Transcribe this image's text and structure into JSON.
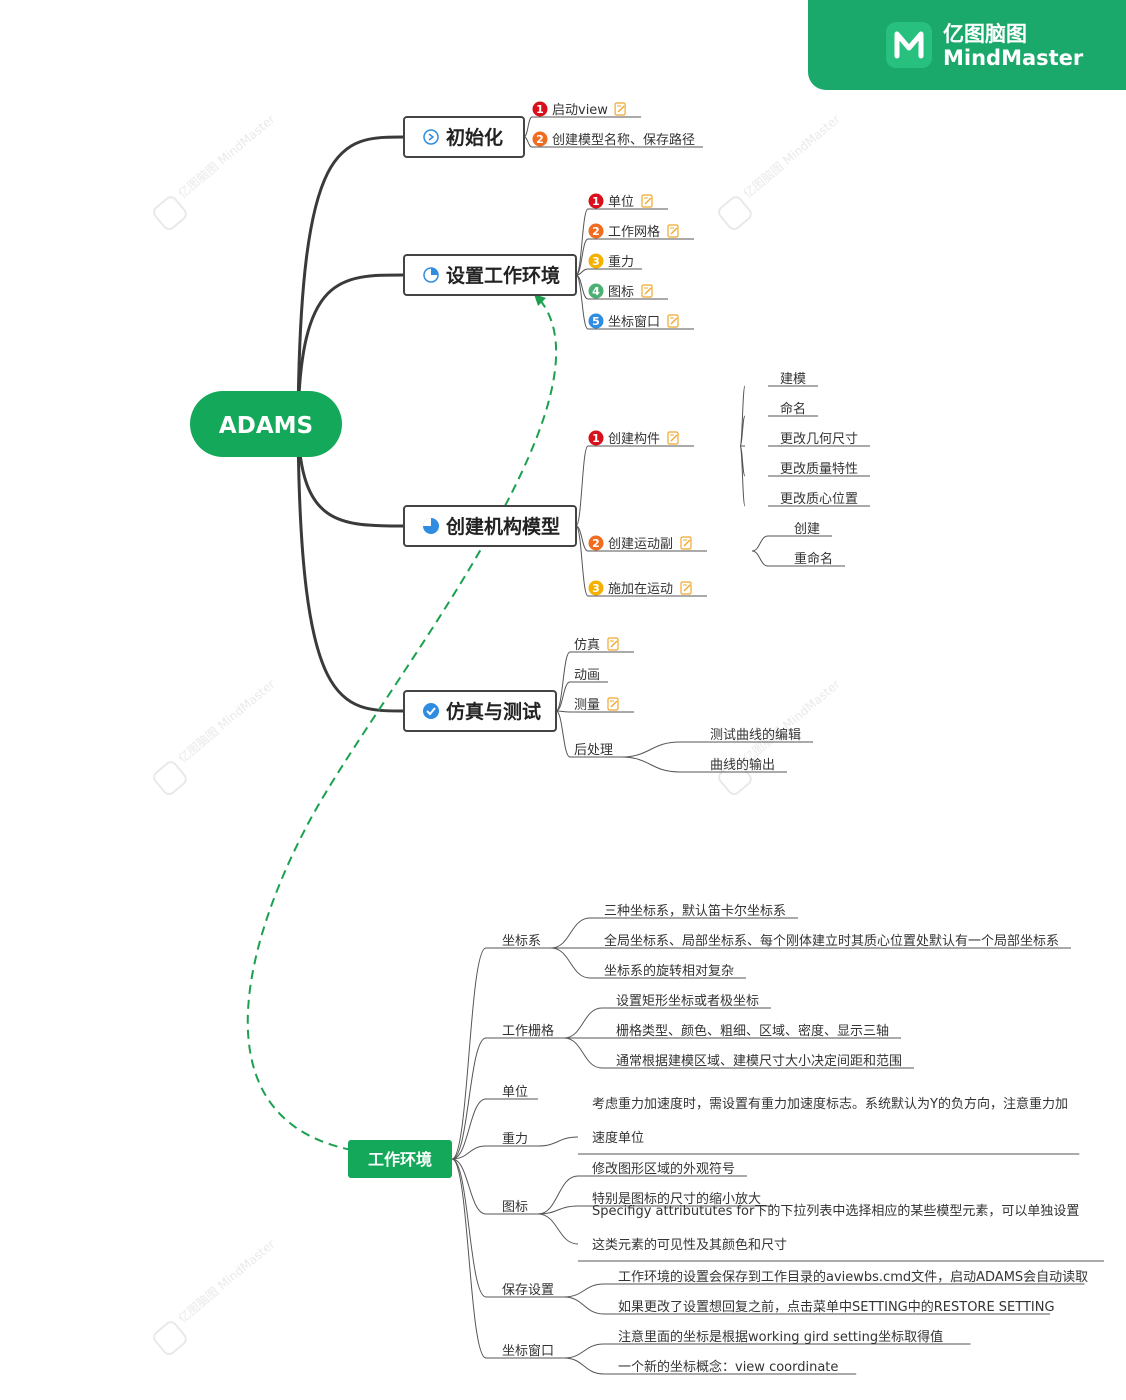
{
  "brand": {
    "title": "亿图脑图",
    "subtitle": "MindMaster",
    "watermark": "亿图脑图 MindMaster"
  },
  "colors": {
    "brand": "#1aa86b",
    "root": "#14a85a",
    "line": "#333333",
    "dash": "#1aa04f",
    "n1": "#d7101c",
    "n2": "#ef6c21",
    "n3": "#f5b100",
    "n4": "#4caf73",
    "n5": "#2f8ce0",
    "note": "#f0a830"
  },
  "root": {
    "label": "ADAMS"
  },
  "float_root": {
    "label": "工作环境"
  },
  "branches": {
    "init": {
      "label": "初始化",
      "icon": "chevron-right-circle-icon",
      "items": [
        {
          "num": "1",
          "label": "启动view",
          "note": true
        },
        {
          "num": "2",
          "label": "创建模型名称、保存路径",
          "note": false
        }
      ]
    },
    "env": {
      "label": "设置工作环境",
      "icon": "quarter-pie-icon",
      "items": [
        {
          "num": "1",
          "label": "单位",
          "note": true
        },
        {
          "num": "2",
          "label": "工作网格",
          "note": true
        },
        {
          "num": "3",
          "label": "重力",
          "note": false
        },
        {
          "num": "4",
          "label": "图标",
          "note": true
        },
        {
          "num": "5",
          "label": "坐标窗口",
          "note": true
        }
      ]
    },
    "model": {
      "label": "创建机构模型",
      "icon": "three-quarter-pie-icon",
      "items": [
        {
          "num": "1",
          "label": "创建构件",
          "note": true,
          "children": [
            "建模",
            "命名",
            "更改几何尺寸",
            "更改质量特性",
            "更改质心位置"
          ]
        },
        {
          "num": "2",
          "label": "创建运动副",
          "note": true,
          "children": [
            "创建",
            "重命名"
          ]
        },
        {
          "num": "3",
          "label": "施加在运动",
          "note": true,
          "children": []
        }
      ]
    },
    "sim": {
      "label": "仿真与测试",
      "icon": "check-circle-icon",
      "items": [
        {
          "label": "仿真",
          "note": true,
          "children": []
        },
        {
          "label": "动画",
          "note": false,
          "children": []
        },
        {
          "label": "测量",
          "note": true,
          "children": []
        },
        {
          "label": "后处理",
          "note": false,
          "children": [
            "测试曲线的编辑",
            "曲线的输出"
          ]
        }
      ]
    }
  },
  "workenv": [
    {
      "label": "坐标系",
      "children": [
        "三种坐标系，默认笛卡尔坐标系",
        "全局坐标系、局部坐标系、每个刚体建立时其质心位置处默认有一个局部坐标系",
        "坐标系的旋转相对复杂"
      ]
    },
    {
      "label": "工作栅格",
      "children": [
        "设置矩形坐标或者极坐标",
        "栅格类型、颜色、粗细、区域、密度、显示三轴",
        "通常根据建模区域、建模尺寸大小决定间距和范围"
      ]
    },
    {
      "label": "单位",
      "children": []
    },
    {
      "label": "重力",
      "children": [
        "考虑重力加速度时，需设置有重力加速度标志。系统默认为Y的负方向，注意重力加速度单位"
      ],
      "lines": [
        "考虑重力加速度时，需设置有重力加速度标志。系统默认为Y的负方向，注意重力加",
        "速度单位"
      ]
    },
    {
      "label": "图标",
      "children": [
        "修改图形区域的外观符号",
        "特别是图标的尺寸的缩小放大",
        "Specifigy attribututes for下的下拉列表中选择相应的某些模型元素，可以单独设置这类元素的可见性及其颜色和尺寸"
      ],
      "lines3": [
        "Specifigy attribututes for下的下拉列表中选择相应的某些模型元素，可以单独设置",
        "这类元素的可见性及其颜色和尺寸"
      ]
    },
    {
      "label": "保存设置",
      "children": [
        "工作环境的设置会保存到工作目录的aviewbs.cmd文件，启动ADAMS会自动读取",
        "如果更改了设置想回复之前，点击菜单中SETTING中的RESTORE SETTING"
      ]
    },
    {
      "label": "坐标窗口",
      "children": [
        "注意里面的坐标是根据working gird setting坐标取得值",
        "一个新的坐标概念：view coordinate"
      ]
    }
  ]
}
